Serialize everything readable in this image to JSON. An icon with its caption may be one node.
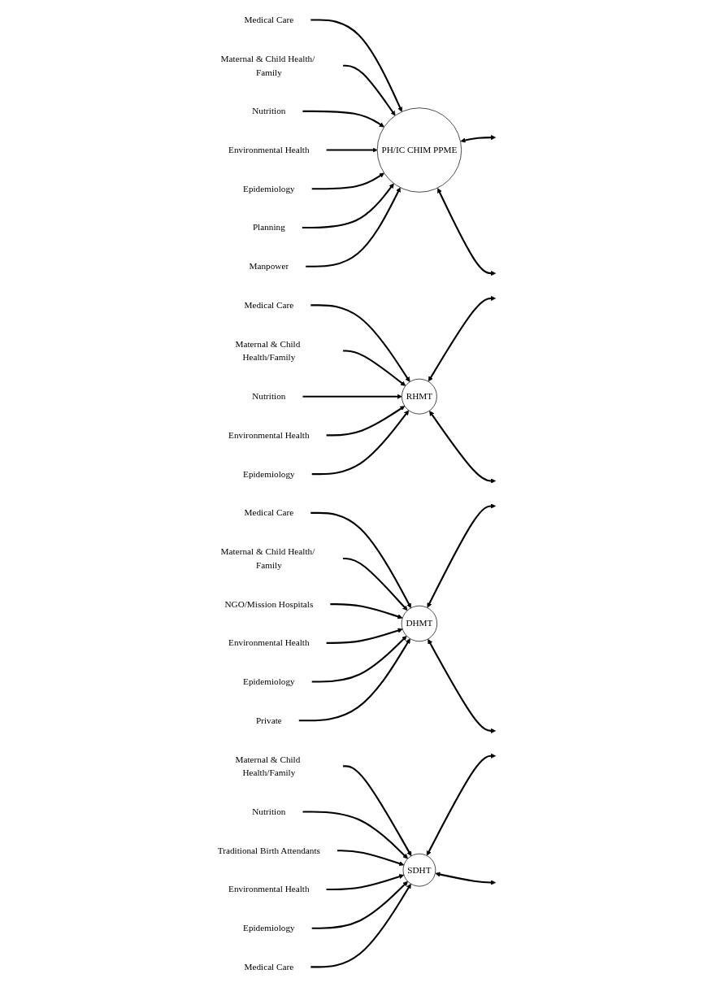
{
  "diagram": {
    "nodes": [
      {
        "text": [
          "PH/IC CHIM PPME"
        ]
      },
      {
        "text": [
          "Medical Care"
        ]
      },
      {
        "text": [
          "Maternal & Child Health/ Family"
        ]
      },
      {
        "text": [
          "Nutrition"
        ]
      },
      {
        "text": [
          "Environmental Health"
        ]
      },
      {
        "text": [
          "Epidemiology"
        ]
      },
      {
        "text": [
          "Planning"
        ]
      },
      {
        "text": [
          "Manpower"
        ]
      },
      {
        "text": [
          "RHMT"
        ]
      },
      {
        "text": [
          "Medical Care"
        ]
      },
      {
        "text": [
          "Maternal & Child Health/Family"
        ]
      },
      {
        "text": [
          "Nutrition"
        ]
      },
      {
        "text": [
          "Environmental Health"
        ]
      },
      {
        "text": [
          "Epidemiology"
        ]
      },
      {
        "text": [
          "DHMT"
        ]
      },
      {
        "text": [
          "Medical Care"
        ]
      },
      {
        "text": [
          "Maternal & Child Health/ Family"
        ]
      },
      {
        "text": [
          "NGO/Mission Hospitals"
        ]
      },
      {
        "text": [
          "Environmental Health"
        ]
      },
      {
        "text": [
          "Epidemiology"
        ]
      },
      {
        "text": [
          "Private"
        ]
      },
      {
        "text": [
          "SDHT"
        ]
      },
      {
        "text": [
          "Maternal & Child Health/Family"
        ]
      },
      {
        "text": [
          "Nutrition"
        ]
      },
      {
        "text": [
          "Traditional Birth Attendants"
        ]
      },
      {
        "text": [
          "Environmental Health"
        ]
      },
      {
        "text": [
          "Epidemiology"
        ]
      },
      {
        "text": [
          "Medical Care"
        ]
      }
    ],
    "edges": [
      {
        "from": 1,
        "to": 0,
        "arrow": "to"
      },
      {
        "from": 2,
        "to": 0,
        "arrow": "to"
      },
      {
        "from": 3,
        "to": 0,
        "arrow": "to"
      },
      {
        "from": 4,
        "to": 0,
        "arrow": "to"
      },
      {
        "from": 5,
        "to": 0,
        "arrow": "to"
      },
      {
        "from": 6,
        "to": 0,
        "arrow": "to"
      },
      {
        "from": 7,
        "to": 0,
        "arrow": "to"
      },
      {
        "from": 0,
        "to": null,
        "arrow": "both"
      },
      {
        "from": 0,
        "to": null,
        "arrow": "both"
      },
      {
        "from": 9,
        "to": 8,
        "arrow": "to"
      },
      {
        "from": 10,
        "to": 8,
        "arrow": "to"
      },
      {
        "from": 11,
        "to": 8,
        "arrow": "to"
      },
      {
        "from": 12,
        "to": 8,
        "arrow": "to"
      },
      {
        "from": 13,
        "to": 8,
        "arrow": "to"
      },
      {
        "from": 8,
        "to": null,
        "arrow": "both"
      },
      {
        "from": 8,
        "to": null,
        "arrow": "both"
      },
      {
        "from": 15,
        "to": 14,
        "arrow": "to"
      },
      {
        "from": 16,
        "to": 14,
        "arrow": "to"
      },
      {
        "from": 17,
        "to": 14,
        "arrow": "to"
      },
      {
        "from": 18,
        "to": 14,
        "arrow": "to"
      },
      {
        "from": 19,
        "to": 14,
        "arrow": "to"
      },
      {
        "from": 20,
        "to": 14,
        "arrow": "to"
      },
      {
        "from": 14,
        "to": null,
        "arrow": "both"
      },
      {
        "from": 14,
        "to": null,
        "arrow": "both"
      },
      {
        "from": 22,
        "to": 21,
        "arrow": "to"
      },
      {
        "from": 23,
        "to": 21,
        "arrow": "to"
      },
      {
        "from": 24,
        "to": 21,
        "arrow": "to"
      },
      {
        "from": 25,
        "to": 21,
        "arrow": "to"
      },
      {
        "from": 26,
        "to": 21,
        "arrow": "to"
      },
      {
        "from": 27,
        "to": 21,
        "arrow": "to"
      },
      {
        "from": 21,
        "to": null,
        "arrow": "both"
      },
      {
        "from": 21,
        "to": null,
        "arrow": "both"
      }
    ]
  }
}
